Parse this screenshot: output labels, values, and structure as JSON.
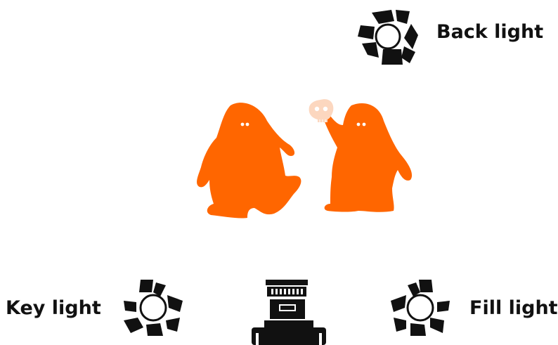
{
  "labels": {
    "back_light": "Back light",
    "key_light": "Key light",
    "fill_light": "Fill light"
  },
  "colors": {
    "figure": "#ff6600",
    "skull": "#fcd7bf",
    "equipment": "#111111"
  },
  "icons": {
    "light": "spotlight-icon",
    "camera": "camera-icon",
    "skull": "skull-icon"
  }
}
